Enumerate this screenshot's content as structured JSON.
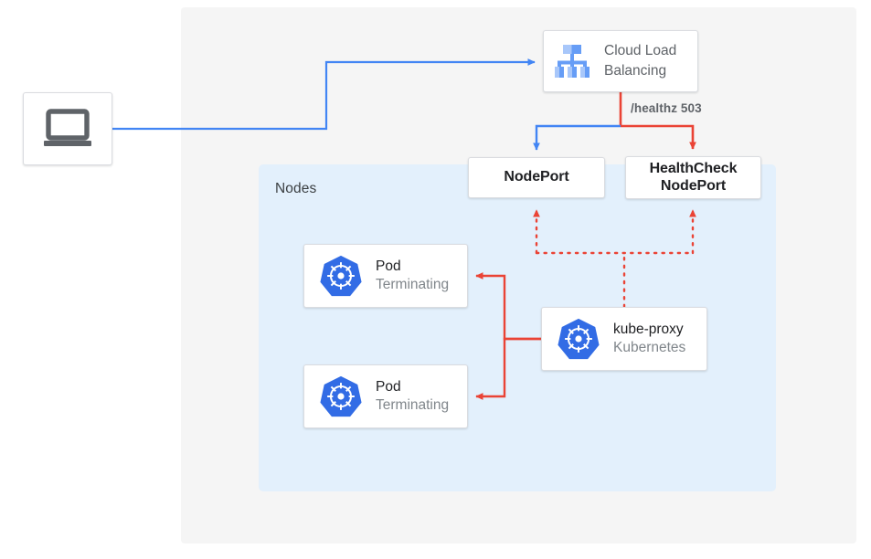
{
  "diagram": {
    "title_colors": {
      "blue_flow": "#4285f4",
      "red_flow": "#ea4335",
      "nodes_panel": "#e3f0fc",
      "outer_panel": "#f5f5f5",
      "k8s_blue": "#326ce5",
      "text_primary": "#202124",
      "text_secondary": "#5f6368",
      "text_muted": "#80868b"
    },
    "outer_panel": {
      "label": ""
    },
    "nodes_panel": {
      "label": "Nodes"
    },
    "client": {
      "icon": "laptop-icon",
      "label": ""
    },
    "load_balancer": {
      "icon": "cloud-load-balancing-icon",
      "label": "Cloud Load\nBalancing"
    },
    "healthz_edge": {
      "label": "/healthz 503"
    },
    "nodeport": {
      "label": "NodePort"
    },
    "healthcheck_nodeport": {
      "label": "HealthCheck\nNodePort"
    },
    "pods": [
      {
        "icon": "kubernetes-icon",
        "title": "Pod",
        "subtitle": "Terminating"
      },
      {
        "icon": "kubernetes-icon",
        "title": "Pod",
        "subtitle": "Terminating"
      }
    ],
    "kube_proxy": {
      "icon": "kubernetes-icon",
      "title": "kube-proxy",
      "subtitle": "Kubernetes"
    }
  }
}
